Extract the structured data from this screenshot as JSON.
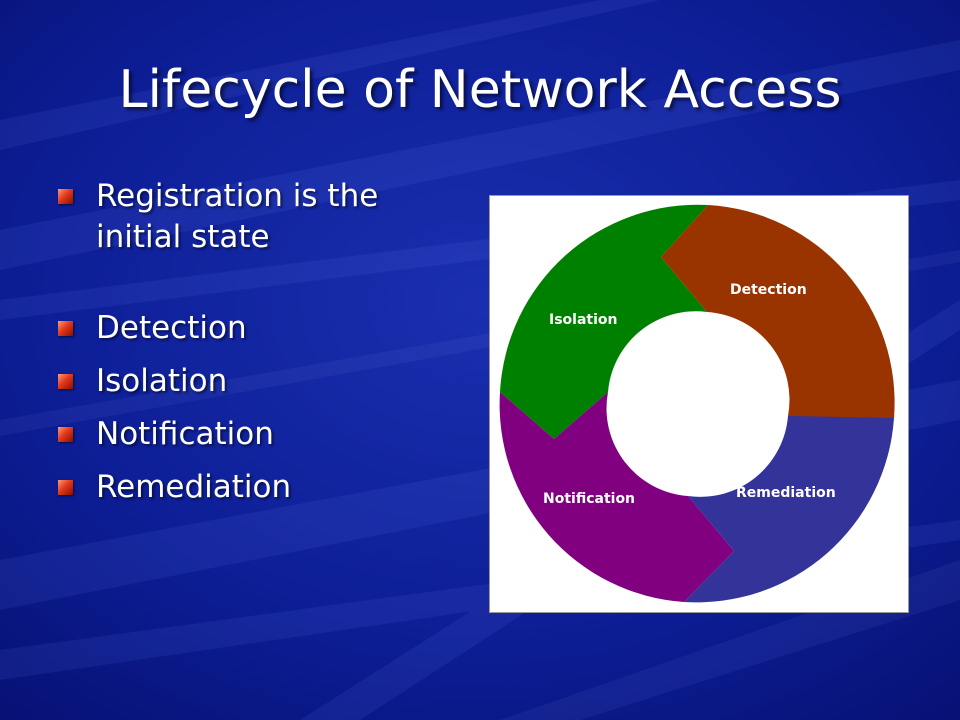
{
  "slide": {
    "title": "Lifecycle of Network Access"
  },
  "bullets": [
    {
      "text": "Registration is the initial state",
      "icon": "red-square-bullet-icon"
    },
    {
      "text": "Detection",
      "icon": "red-square-bullet-icon"
    },
    {
      "text": "Isolation",
      "icon": "red-square-bullet-icon"
    },
    {
      "text": "Notification",
      "icon": "red-square-bullet-icon"
    },
    {
      "text": "Remediation",
      "icon": "red-square-bullet-icon"
    }
  ],
  "diagram": {
    "segments": [
      {
        "label": "Detection",
        "color": "#993300"
      },
      {
        "label": "Remediation",
        "color": "#333399"
      },
      {
        "label": "Notification",
        "color": "#800080"
      },
      {
        "label": "Isolation",
        "color": "#008000"
      }
    ],
    "background": "#ffffff"
  },
  "colors": {
    "background": "#0a1a8c",
    "title": "#ffffff",
    "bullet_accent": "#e23a1a"
  }
}
